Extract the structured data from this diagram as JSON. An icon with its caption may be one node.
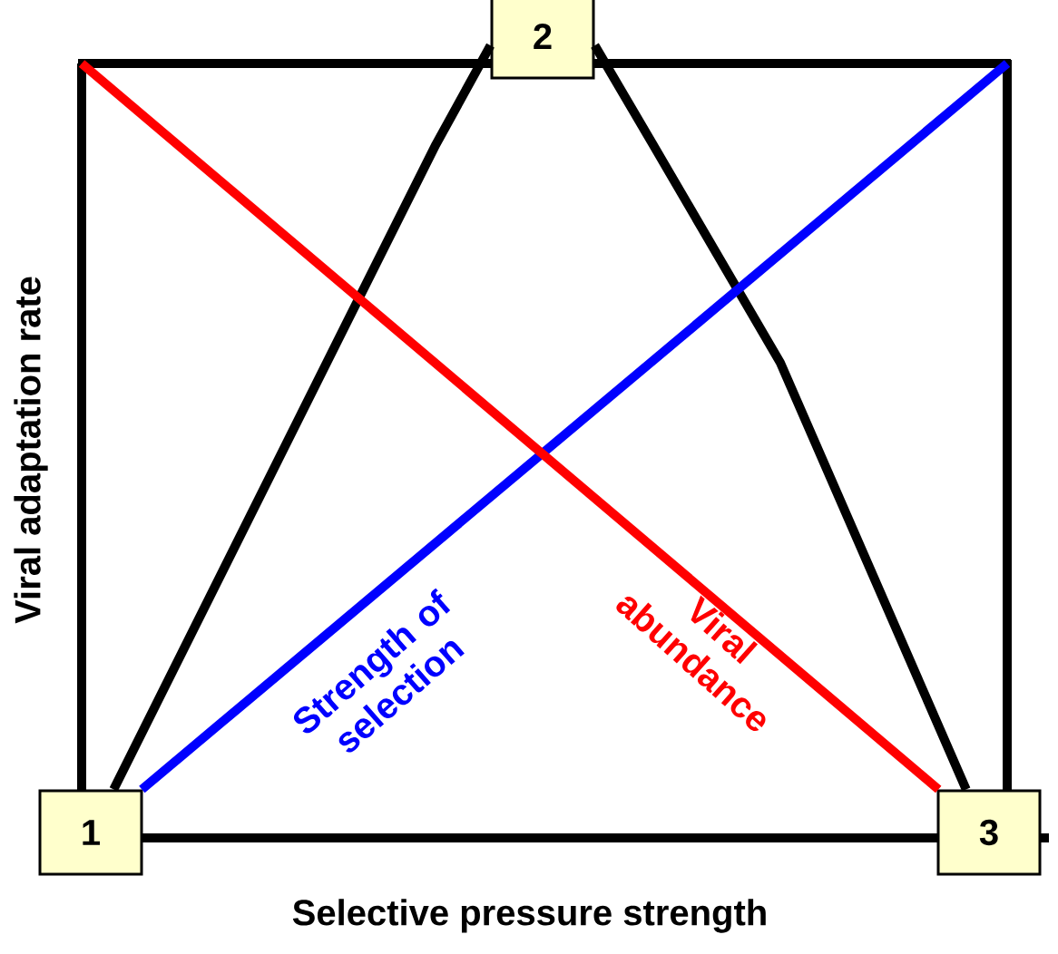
{
  "diagram": {
    "nodes": [
      {
        "text": [
          "1"
        ]
      },
      {
        "text": [
          "2"
        ]
      },
      {
        "text": [
          "3"
        ]
      }
    ],
    "edges": [
      {
        "from": 0,
        "to": 1,
        "arrow": "none"
      },
      {
        "from": 1,
        "to": 2,
        "arrow": "none"
      },
      {
        "from": 0,
        "to": null,
        "arrow": "none",
        "label": "Strength of selection",
        "color": "#0000ff"
      },
      {
        "from": null,
        "to": 2,
        "arrow": "none",
        "label": "Viral abundance",
        "color": "#ff0000"
      }
    ],
    "labels": [
      "Viral adaptation rate",
      "Selective pressure strength"
    ]
  }
}
